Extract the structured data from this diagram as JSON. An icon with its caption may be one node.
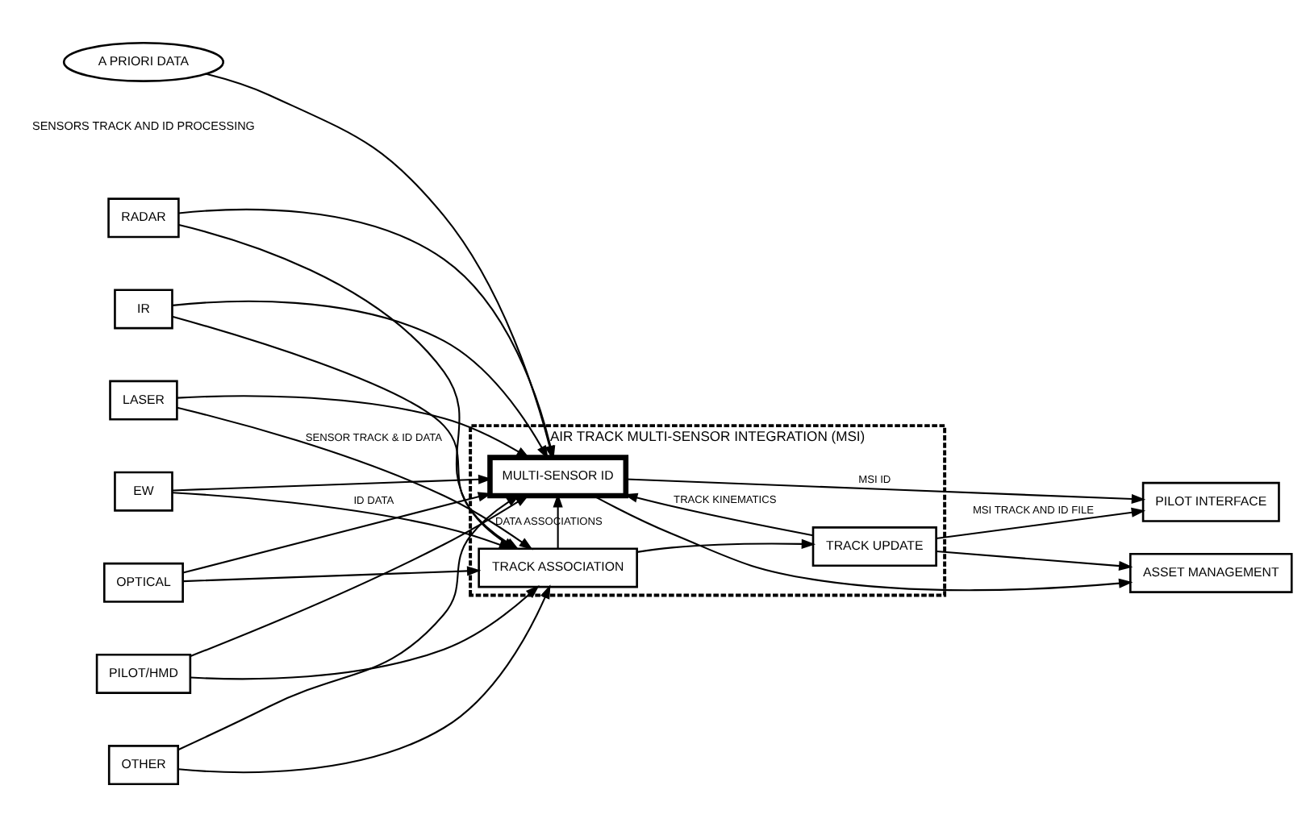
{
  "diagram": {
    "nodes": [
      {
        "text": [
          "RADAR"
        ]
      },
      {
        "text": [
          "IR"
        ]
      },
      {
        "text": [
          "LASER"
        ]
      },
      {
        "text": [
          "EW"
        ]
      },
      {
        "text": [
          "OPTICAL"
        ]
      },
      {
        "text": [
          "PILOT/HMD"
        ]
      },
      {
        "text": [
          "OTHER"
        ]
      },
      {
        "text": [
          "AIR TRACK MULTI-SENSOR INTEGRATION (MSI)"
        ]
      },
      {
        "text": [
          "TRACK ASSOCIATION"
        ],
        "in": 7
      },
      {
        "text": [
          "TRACK UPDATE"
        ],
        "in": 7
      },
      {
        "text": [
          "MULTI-SENSOR ID"
        ],
        "in": 7
      },
      {
        "text": [
          "A PRIORI DATA"
        ]
      },
      {
        "text": [
          "PILOT INTERFACE"
        ]
      },
      {
        "text": [
          "ASSET MANAGEMENT"
        ]
      }
    ],
    "edges": [
      {
        "from": 0,
        "to": 8,
        "arrow": "to"
      },
      {
        "from": 1,
        "to": 8,
        "arrow": "to"
      },
      {
        "from": 2,
        "to": 8,
        "arrow": "to",
        "label": "SENSOR TRACK & ID DATA"
      },
      {
        "from": 3,
        "to": 8,
        "arrow": "to"
      },
      {
        "from": 4,
        "to": 8,
        "arrow": "to"
      },
      {
        "from": 5,
        "to": 8,
        "arrow": "to"
      },
      {
        "from": 6,
        "to": 8,
        "arrow": "to"
      },
      {
        "from": 0,
        "to": 10,
        "arrow": "to"
      },
      {
        "from": 1,
        "to": 10,
        "arrow": "to"
      },
      {
        "from": 2,
        "to": 10,
        "arrow": "to"
      },
      {
        "from": 3,
        "to": 10,
        "arrow": "to"
      },
      {
        "from": 4,
        "to": 10,
        "arrow": "to",
        "label": "ID DATA"
      },
      {
        "from": 5,
        "to": 10,
        "arrow": "to"
      },
      {
        "from": 6,
        "to": 10,
        "arrow": "to"
      },
      {
        "from": 8,
        "to": 9,
        "arrow": "to"
      },
      {
        "from": 8,
        "to": 10,
        "arrow": "to",
        "label": "DATA ASSOCIATIONS"
      },
      {
        "from": 9,
        "to": 10,
        "arrow": "to",
        "label": "TRACK KINEMATICS"
      },
      {
        "from": 11,
        "to": 10,
        "arrow": "to"
      },
      {
        "from": 9,
        "to": 12,
        "arrow": "to",
        "label": "MSI TRACK AND ID FILE"
      },
      {
        "from": 9,
        "to": 13,
        "arrow": "to"
      },
      {
        "from": 10,
        "to": 12,
        "arrow": "to",
        "label": "MSI ID"
      },
      {
        "from": 10,
        "to": 13,
        "arrow": "to"
      }
    ],
    "labels": [
      "SENSORS TRACK AND ID PROCESSING"
    ]
  }
}
